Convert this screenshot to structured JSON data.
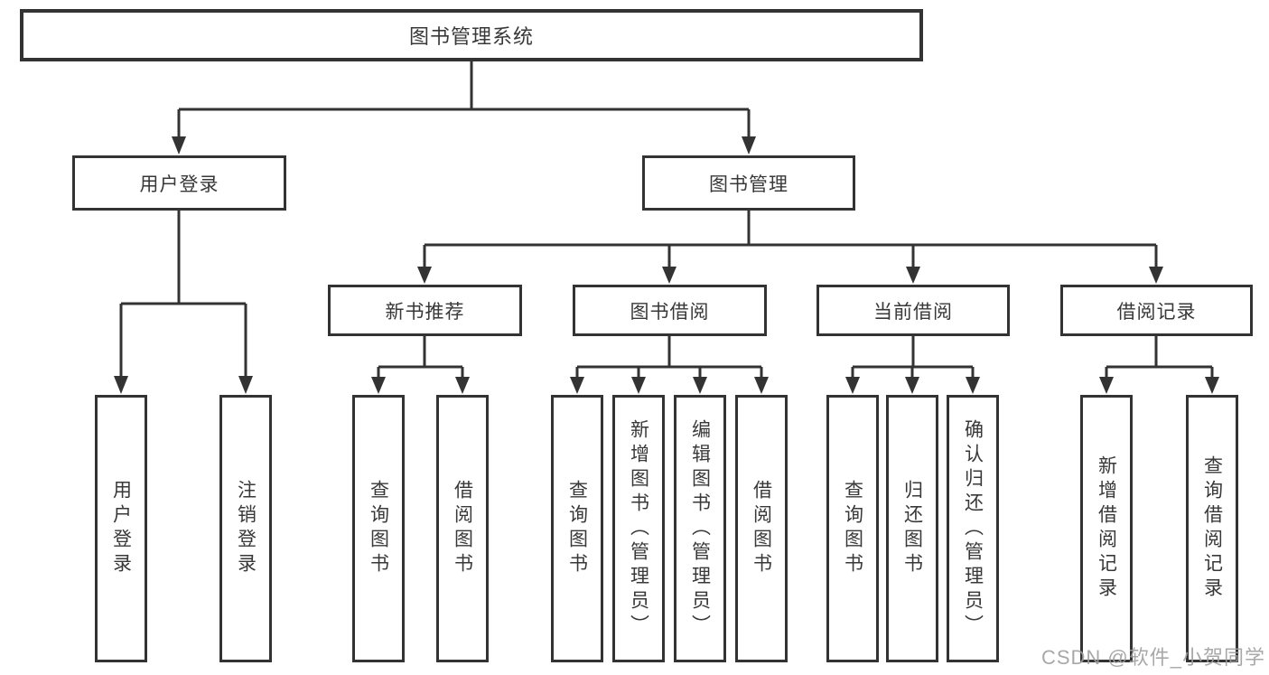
{
  "diagram": {
    "root": {
      "label": "图书管理系统"
    },
    "level2": [
      {
        "label": "用户登录",
        "children": [
          {
            "label": "用户登录"
          },
          {
            "label": "注销登录"
          }
        ]
      },
      {
        "label": "图书管理",
        "children": [
          {
            "label": "新书推荐",
            "children": [
              {
                "label": "查询图书"
              },
              {
                "label": "借阅图书"
              }
            ]
          },
          {
            "label": "图书借阅",
            "children": [
              {
                "label": "查询图书"
              },
              {
                "label": "新增图书（管理员）"
              },
              {
                "label": "编辑图书（管理员）"
              },
              {
                "label": "借阅图书"
              }
            ]
          },
          {
            "label": "当前借阅",
            "children": [
              {
                "label": "查询图书"
              },
              {
                "label": "归还图书"
              },
              {
                "label": "确认归还（管理员）"
              }
            ]
          },
          {
            "label": "借阅记录",
            "children": [
              {
                "label": "新增借阅记录"
              },
              {
                "label": "查询借阅记录"
              }
            ]
          }
        ]
      }
    ]
  },
  "watermark": {
    "text": "CSDN @软件_小贺同学"
  },
  "colors": {
    "line": "#333333",
    "text": "#383838",
    "box_background": "#ffffff",
    "watermark": "#9e9e9e",
    "background": "#ffffff"
  }
}
